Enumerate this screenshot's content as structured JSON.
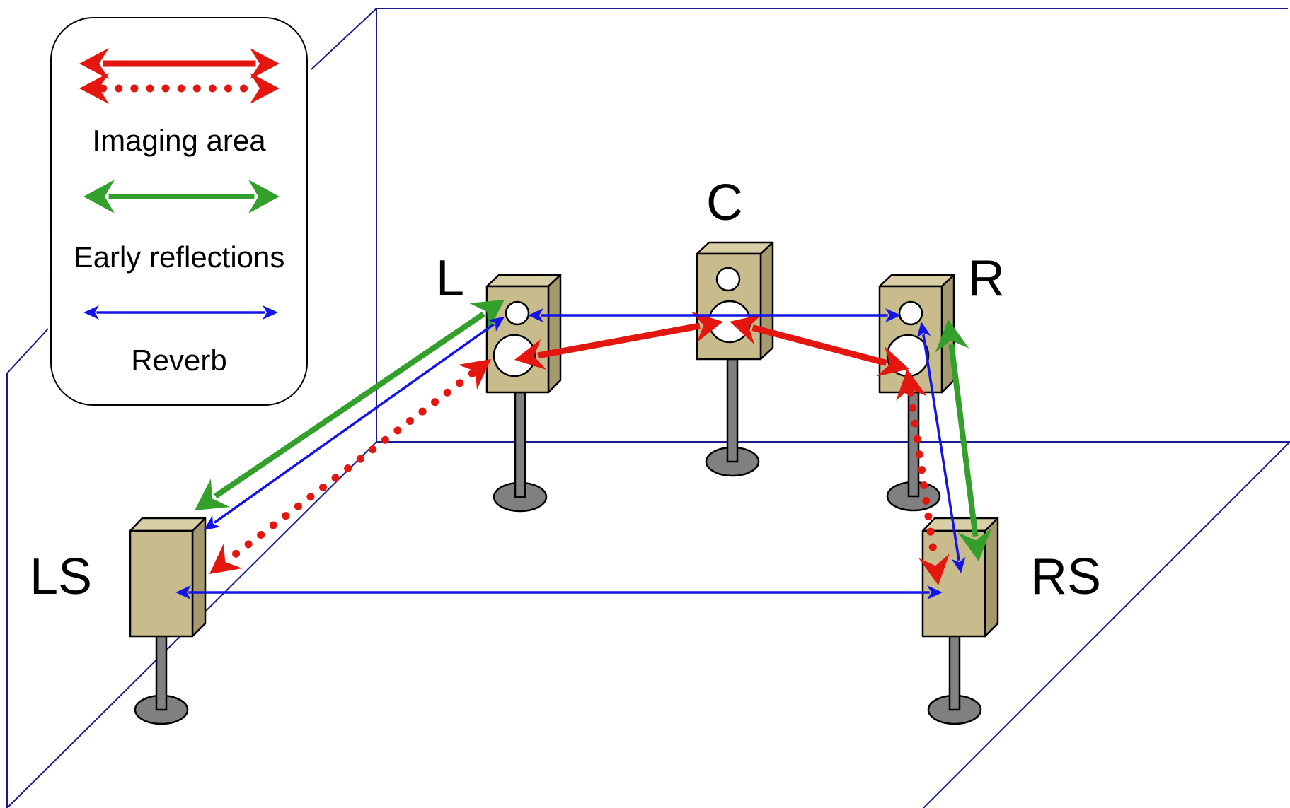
{
  "colors": {
    "imaging": "#e3170f",
    "reflections": "#33a02c",
    "reverb": "#1414e6",
    "speaker_face": "#c8bb8c",
    "room_lines": "#1a1a8c"
  },
  "legend": {
    "imaging_label": "Imaging area",
    "reflections_label": "Early reflections",
    "reverb_label": "Reverb"
  },
  "speakers": {
    "left": "L",
    "center": "C",
    "right": "R",
    "left_surround": "LS",
    "right_surround": "RS"
  },
  "icons": {
    "speaker": "speaker-icon",
    "imaging_arrow": "double-arrow-icon",
    "reflection_arrow": "double-arrow-icon",
    "reverb_arrow": "double-arrow-icon"
  }
}
